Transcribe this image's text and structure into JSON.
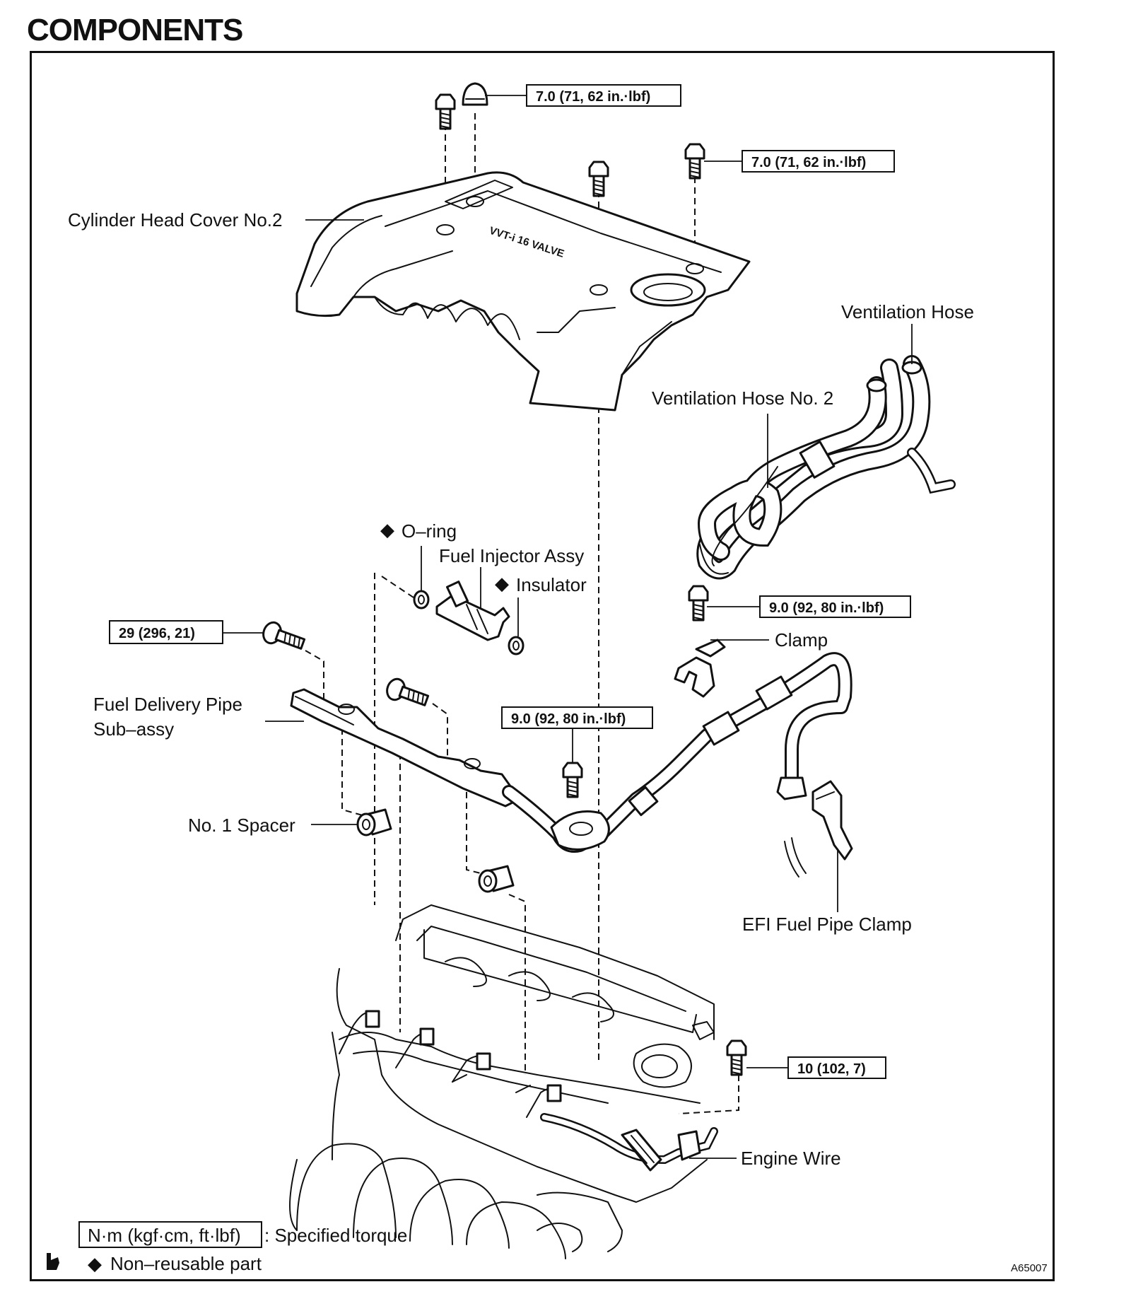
{
  "title": "COMPONENTS",
  "labels": {
    "cylinder_head_cover": "Cylinder Head Cover No.2",
    "ventilation_hose": "Ventilation Hose",
    "ventilation_hose_2": "Ventilation Hose No. 2",
    "o_ring": "O–ring",
    "fuel_injector": "Fuel Injector Assy",
    "insulator": "Insulator",
    "clamp": "Clamp",
    "fuel_delivery_pipe_line1": "Fuel Delivery Pipe",
    "fuel_delivery_pipe_line2": "Sub–assy",
    "spacer": "No. 1 Spacer",
    "efi_clamp": "EFI Fuel Pipe Clamp",
    "engine_wire": "Engine Wire"
  },
  "torques": {
    "cover_nut": "7.0 (71, 62 in.·lbf)",
    "cover_bolt": "7.0 (71, 62 in.·lbf)",
    "clamp_bolt": "9.0 (92, 80 in.·lbf)",
    "pipe_bolt": "29 (296, 21)",
    "center_bolt": "9.0 (92, 80 in.·lbf)",
    "wire_bolt": "10 (102, 7)"
  },
  "legend": {
    "units": "N·m (kgf·cm, ft·lbf)",
    "units_desc": ": Specified torque",
    "non_reusable": "Non–reusable part"
  },
  "marks": {
    "diamond": "◆"
  },
  "cover_embossing": "VVT-i 16 VALVE",
  "figure_code": "A65007",
  "icons": [
    "bolt-icon",
    "nut-icon",
    "diamond-icon",
    "hand-note-icon"
  ]
}
